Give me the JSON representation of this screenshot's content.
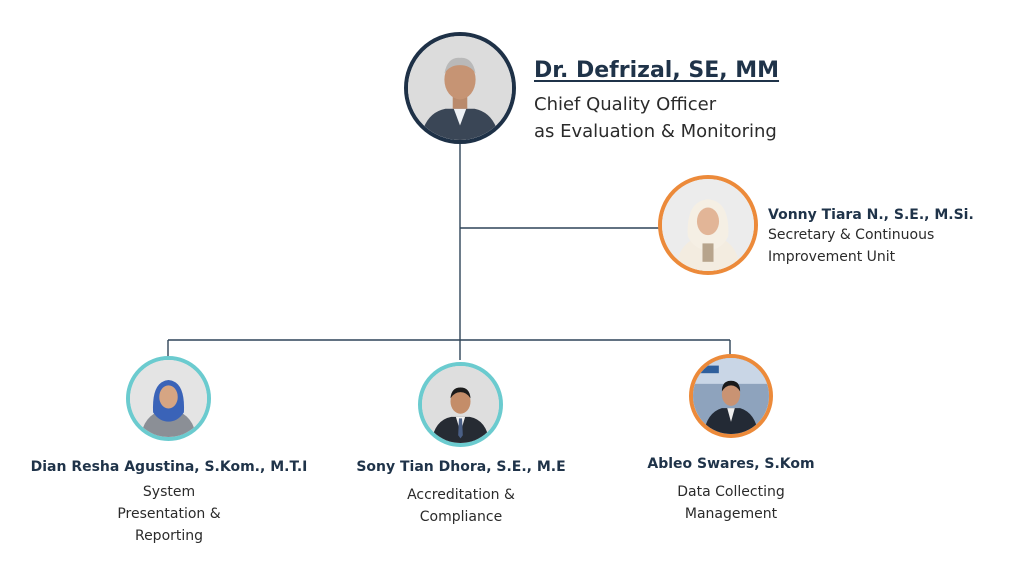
{
  "colors": {
    "line": "#2f4458",
    "name": "#1f3349",
    "ring_navy": "#1e3147",
    "ring_orange": "#ec8a3a",
    "ring_teal": "#6bcbcf"
  },
  "chief": {
    "name": "Dr. Defrizal, SE, MM",
    "role_line1": "Chief Quality Officer",
    "role_line2": "as Evaluation & Monitoring"
  },
  "secretary": {
    "name": "Vonny Tiara N., S.E., M.Si.",
    "role_line1": "Secretary & Continuous",
    "role_line2": "Improvement Unit"
  },
  "members": [
    {
      "name": "Dian Resha Agustina, S.Kom., M.T.I",
      "role_lines": [
        "System",
        "Presentation &",
        "Reporting"
      ]
    },
    {
      "name": "Sony Tian Dhora, S.E.,  M.E",
      "role_lines": [
        "Accreditation &",
        "Compliance"
      ]
    },
    {
      "name": "Ableo Swares, S.Kom",
      "role_lines": [
        "Data Collecting",
        "Management"
      ]
    }
  ]
}
